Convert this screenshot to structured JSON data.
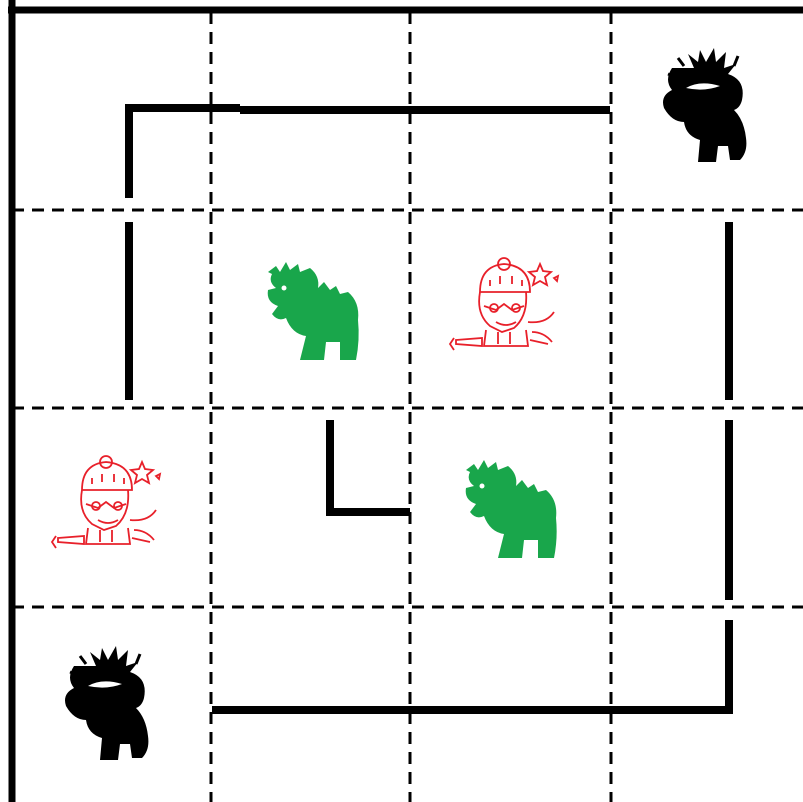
{
  "puzzle": {
    "rows": 4,
    "cols": 4,
    "pieces": [
      {
        "row": 0,
        "col": 3,
        "kind": "shadow-creature",
        "color": "#000000"
      },
      {
        "row": 1,
        "col": 1,
        "kind": "green-beast",
        "color": "#19a64b"
      },
      {
        "row": 1,
        "col": 2,
        "kind": "red-warrior",
        "color": "#e8202a"
      },
      {
        "row": 2,
        "col": 0,
        "kind": "red-warrior",
        "color": "#e8202a"
      },
      {
        "row": 2,
        "col": 2,
        "kind": "green-beast",
        "color": "#19a64b"
      },
      {
        "row": 3,
        "col": 0,
        "kind": "shadow-creature",
        "color": "#000000"
      }
    ]
  }
}
